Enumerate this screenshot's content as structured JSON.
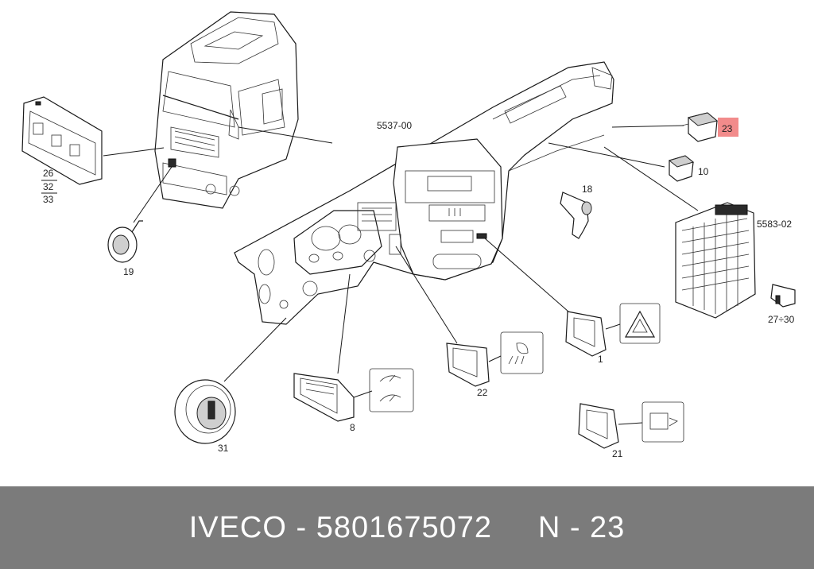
{
  "diagram": {
    "labels": {
      "ref_5537": "5537-00",
      "ref_5583": "5583-02",
      "p23": "23",
      "p10": "10",
      "p18": "18",
      "p26": "26",
      "p32": "32",
      "p33": "33",
      "p19": "19",
      "p1": "1",
      "p22": "22",
      "p8": "8",
      "p21": "21",
      "p27_30": "27÷30",
      "p31": "31"
    },
    "highlight_color": "#f28b8b"
  },
  "footer": {
    "text": "IVECO - 5801675072     N - 23"
  },
  "colors": {
    "footer_bg": "#7b7b7b",
    "footer_text": "#ffffff"
  }
}
